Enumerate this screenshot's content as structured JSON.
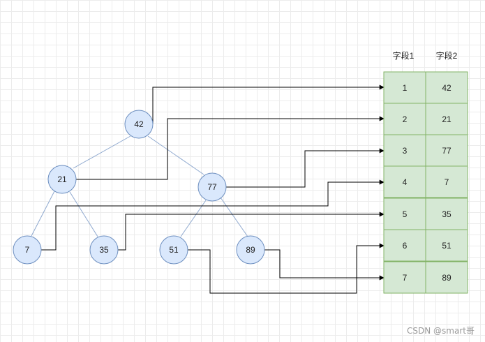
{
  "tree": {
    "nodes": [
      {
        "id": "n42",
        "label": "42"
      },
      {
        "id": "n21",
        "label": "21"
      },
      {
        "id": "n77",
        "label": "77"
      },
      {
        "id": "n7",
        "label": "7"
      },
      {
        "id": "n35",
        "label": "35"
      },
      {
        "id": "n51",
        "label": "51"
      },
      {
        "id": "n89",
        "label": "89"
      }
    ],
    "edges": [
      [
        "n42",
        "n21"
      ],
      [
        "n42",
        "n77"
      ],
      [
        "n21",
        "n7"
      ],
      [
        "n21",
        "n35"
      ],
      [
        "n77",
        "n51"
      ],
      [
        "n77",
        "n89"
      ]
    ]
  },
  "table": {
    "headers": [
      "字段1",
      "字段2"
    ],
    "rows": [
      [
        "1",
        "42"
      ],
      [
        "2",
        "21"
      ],
      [
        "3",
        "77"
      ],
      [
        "4",
        "7"
      ],
      [
        "5",
        "35"
      ],
      [
        "6",
        "51"
      ],
      [
        "7",
        "89"
      ]
    ]
  },
  "connections": [
    {
      "from": "n42",
      "to_row": 1
    },
    {
      "from": "n21",
      "to_row": 2
    },
    {
      "from": "n77",
      "to_row": 3
    },
    {
      "from": "n7",
      "to_row": 4
    },
    {
      "from": "n35",
      "to_row": 5
    },
    {
      "from": "n51",
      "to_row": 6
    },
    {
      "from": "n89",
      "to_row": 7
    }
  ],
  "watermark": "CSDN @smart哥",
  "colors": {
    "node_fill": "#dae8fc",
    "node_stroke": "#6c8ebf",
    "cell_fill": "#d5e8d4",
    "cell_stroke": "#82b366"
  }
}
